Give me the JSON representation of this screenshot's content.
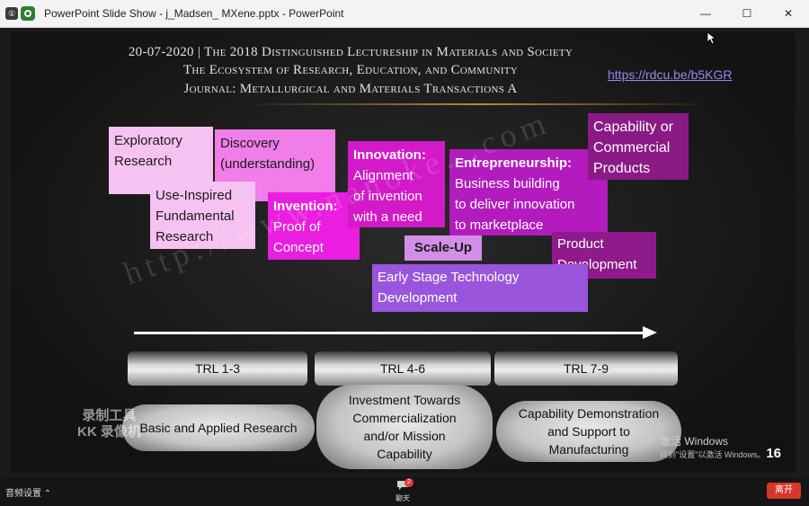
{
  "window": {
    "badge": "①",
    "title": "PowerPoint Slide Show  -  j_Madsen_ MXene.pptx  -  PowerPoint",
    "minimize": "—",
    "maximize": "☐",
    "close": "✕"
  },
  "slide": {
    "header_line1": "20-07-2020 | The 2018 Distinguished Lectureship in Materials and Society",
    "header_line2": "The Ecosystem of Research, Education, and Community",
    "header_line3": "Journal: Metallurgical and Materials Transactions A",
    "link": "https://rdcu.be/b5KGR",
    "stages": [
      {
        "l1": "Exploratory",
        "l2": "Research",
        "color": "#f6c2f2"
      },
      {
        "l1": "Use-Inspired",
        "l2": "Fundamental",
        "l3": "Research",
        "color": "#f6c2f2"
      },
      {
        "l1": "Discovery",
        "l2": "(understanding)",
        "color": "#f07de8"
      },
      {
        "title": "Invention:",
        "l1": "Proof of",
        "l2": "Concept",
        "color": "#ea1ee0"
      },
      {
        "title": "Innovation:",
        "l1": "Alignment",
        "l2": "of invention",
        "l3": "with a need",
        "color": "#d21ac8"
      },
      {
        "title": "Entrepreneurship:",
        "l1": "Business building",
        "l2": "to deliver innovation",
        "l3": "to marketplace",
        "color": "#b31bbf"
      },
      {
        "l1": "Capability or",
        "l2": "Commercial",
        "l3": "Products",
        "color": "#8a1a86"
      },
      {
        "title": "Scale-Up",
        "color": "#d38ee6"
      },
      {
        "l1": "Product",
        "l2": "Development",
        "color": "#8f1a8b"
      },
      {
        "l1": "Early Stage Technology",
        "l2": "Development",
        "color": "#9a55dd"
      }
    ],
    "trl": [
      "TRL 1-3",
      "TRL 4-6",
      "TRL 7-9"
    ],
    "phases": [
      {
        "l1": "Basic and Applied Research"
      },
      {
        "l1": "Investment Towards",
        "l2": "Commercialization",
        "l3": "and/or Mission",
        "l4": "Capability"
      },
      {
        "l1": "Capability Demonstration",
        "l2": "and Support to",
        "l3": "Manufacturing"
      }
    ],
    "slide_number": "16",
    "activate_line1": "激活 Windows",
    "activate_line2": "转到\"设置\"以激活 Windows。",
    "watermark": "http://www.nanoke...com",
    "recorder_line1": "录制工具",
    "recorder_line2": "KK 录像机"
  },
  "bottom_bar": {
    "audio_label": "音频设置",
    "chat_label": "聊天",
    "chat_count": "2",
    "leave_label": "离开"
  },
  "colors": {
    "light_pink": "#f6c2f2",
    "pink": "#f07de8",
    "magenta": "#ea1ee0",
    "purple": "#b31bbf",
    "dark_purple": "#8a1a86",
    "violet": "#9a55dd",
    "link": "#8f8cf0",
    "leave_button": "#d9362b"
  }
}
